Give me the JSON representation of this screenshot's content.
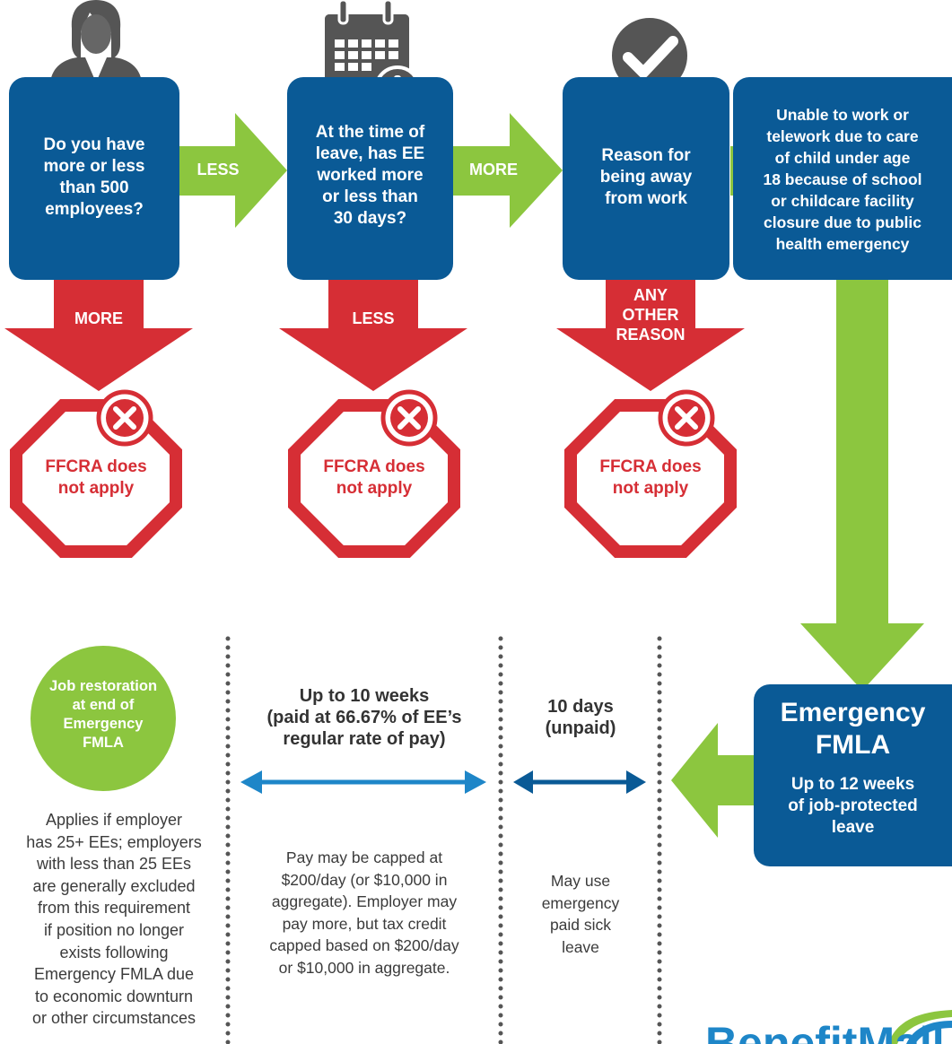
{
  "colors": {
    "blue": "#0a5a96",
    "green": "#8cc63f",
    "red": "#d62e35",
    "text_gray": "#3b3b3b",
    "light_blue": "#1e86c8"
  },
  "icons": [
    "person-icon",
    "calendar-alert-icon",
    "checkmark-icon",
    "x-icon"
  ],
  "step1": {
    "question": "Do you have\nmore or less\nthan 500\nemployees?",
    "down_label": "MORE",
    "stop_text": "FFCRA does\nnot apply"
  },
  "arrow_less": "LESS",
  "step2": {
    "question": "At the time of\nleave, has EE\nworked more\nor less than\n30 days?",
    "down_label": "LESS",
    "stop_text": "FFCRA does\nnot apply"
  },
  "arrow_more": "MORE",
  "step3": {
    "question": "Reason for\nbeing away\nfrom work",
    "down_label": "ANY\nOTHER\nREASON",
    "stop_text": "FFCRA does\nnot apply"
  },
  "step4": {
    "text": "Unable to work or\ntelework due to care\nof child under age\n18 because of school\nor childcare facility\nclosure due to public\nhealth emergency"
  },
  "emergency": {
    "title": "Emergency\nFMLA",
    "subtitle": "Up to 12 weeks\nof  job-protected\nleave"
  },
  "job_restoration": {
    "circle_text": "Job restoration\nat end of\nEmergency\nFMLA",
    "body": "Applies if employer\nhas 25+ EEs; employers\nwith less than 25 EEs\nare generally excluded\nfrom this requirement\nif position no longer\nexists following\nEmergency FMLA due\nto economic downturn\nor other circumstances"
  },
  "paid_period": {
    "heading": "Up to 10 weeks\n(paid at 66.67% of EE’s\nregular rate of pay)",
    "body": "Pay may be capped at\n$200/day (or $10,000 in\naggregate). Employer may\npay more, but tax credit\ncapped based on $200/day\nor $10,000 in aggregate."
  },
  "unpaid_period": {
    "heading": "10 days\n(unpaid)",
    "body": "May use\nemergency\npaid sick\nleave"
  },
  "logo_text": "BenefitMall"
}
